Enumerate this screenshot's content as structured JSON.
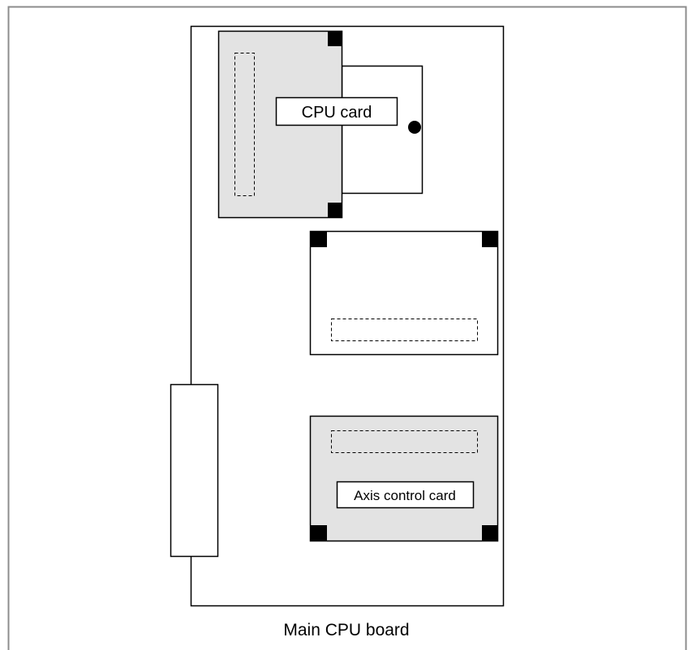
{
  "diagram": {
    "caption": "Main CPU board",
    "cpu_card": {
      "label": "CPU card"
    },
    "axis_control_card": {
      "label": "Axis control card"
    },
    "colors": {
      "frame": "#8c8c8c",
      "line": "#000000",
      "card_fill": "#e3e3e3",
      "background": "#ffffff"
    }
  }
}
